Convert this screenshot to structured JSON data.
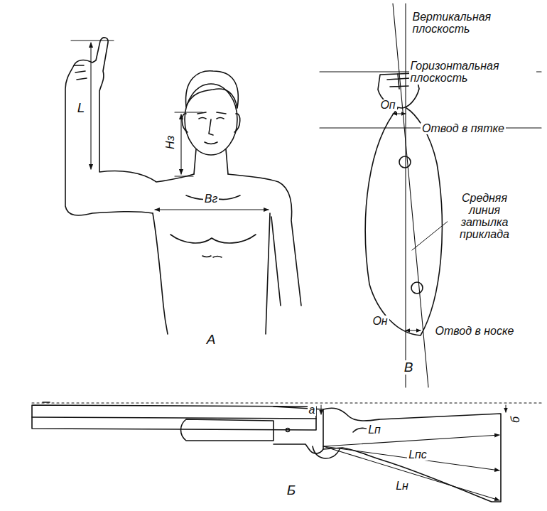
{
  "diagram": {
    "labels": [
      "Вертикальная плоскость",
      "Горизонтальная плоскость",
      "Отвод в пятке",
      "Средняя линия затылка приклада",
      "Отвод в носке",
      "Оп",
      "Он",
      "В",
      "L",
      "Hз",
      "Вг",
      "А",
      "а",
      "б",
      "Lп",
      "Lпс",
      "Lн",
      "Б"
    ]
  }
}
